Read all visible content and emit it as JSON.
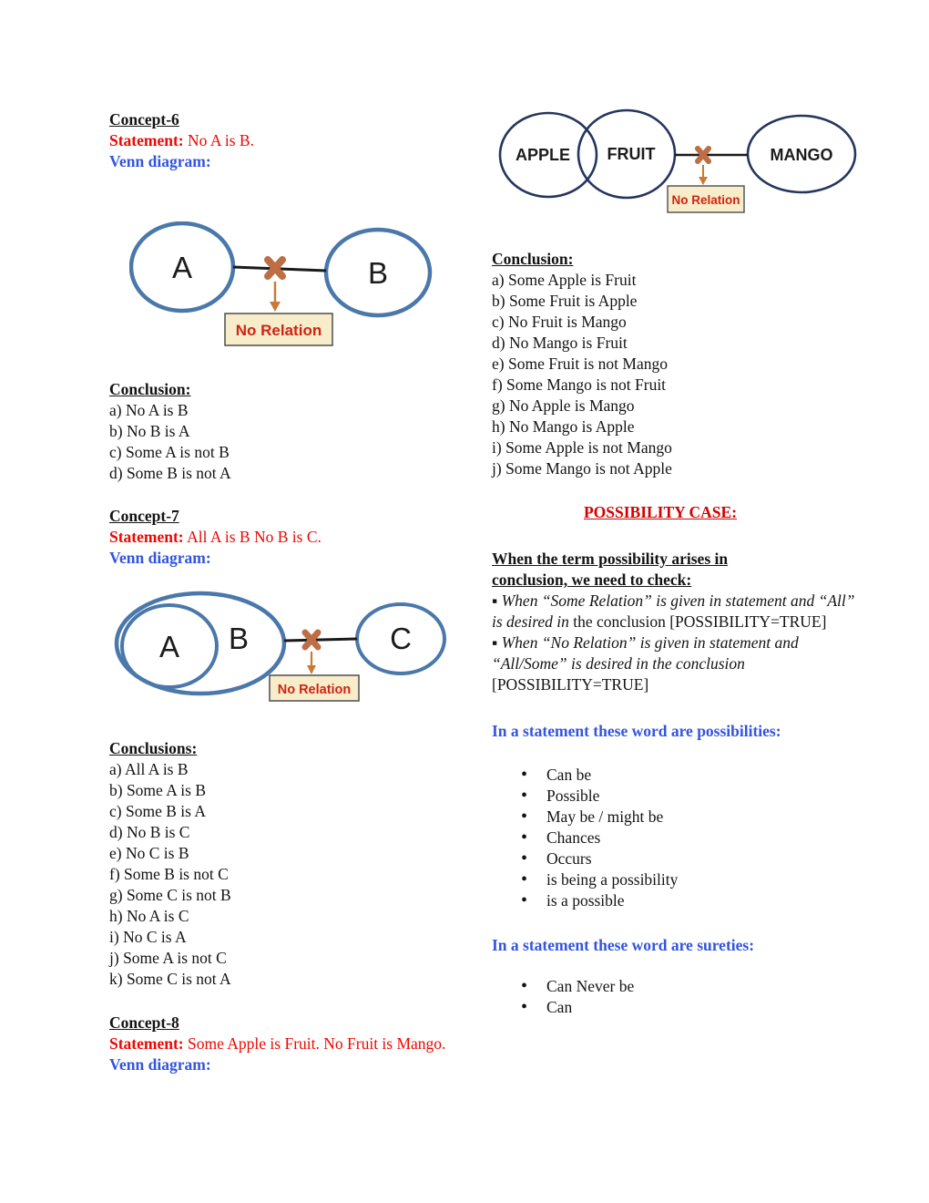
{
  "colors": {
    "statement_red": "#ee0700",
    "label_blue": "#3354e0",
    "possibility_red": "#d40000",
    "circle_blue_left": "#4a78aa",
    "circle_navy_right": "#24365e",
    "box_fill": "#f8edca",
    "no_relation_red": "#cf2413",
    "cross_orange": "#bd6e44",
    "arrow_orange": "#ca7a35"
  },
  "left": {
    "concept6": {
      "title": "Concept-6",
      "statement_label": "Statement:",
      "statement": "No A is B.",
      "venn_label": "Venn diagram:",
      "venn": {
        "a": "A",
        "b": "B",
        "tag": "No Relation"
      },
      "conclusion_title": "Conclusion:",
      "items": [
        "a) No A is B",
        "b) No B is A",
        "c) Some A is not B",
        "d) Some B is not A"
      ]
    },
    "concept7": {
      "title": "Concept-7",
      "statement_label": "Statement:",
      "statement": "All A is B No B is C.",
      "venn_label": "Venn diagram:",
      "venn": {
        "a": "A",
        "b": "B",
        "c": "C",
        "tag": "No Relation"
      },
      "conclusion_title": "Conclusions:",
      "items": [
        "a) All A is B",
        "b) Some A is B",
        "c) Some B is A",
        "d) No B is C",
        "e) No C is B",
        "f) Some B is not C",
        "g) Some C is not B",
        "h) No A is C",
        "i) No C is A",
        "j) Some A is not C",
        "k) Some C is not A"
      ]
    },
    "concept8": {
      "title": "Concept-8",
      "statement_label": "Statement:",
      "statement": "Some Apple is Fruit. No Fruit is Mango.",
      "venn_label": "Venn diagram:"
    }
  },
  "right": {
    "venn": {
      "a": "APPLE",
      "b": "FRUIT",
      "c": "MANGO",
      "tag": "No Relation"
    },
    "conclusion_title": "Conclusion:",
    "items": [
      "a) Some Apple is Fruit",
      "b) Some Fruit is Apple",
      "c) No Fruit is Mango",
      "d) No Mango is Fruit",
      "e) Some Fruit is not Mango",
      "f) Some Mango is not Fruit",
      "g) No Apple is Mango",
      "h) No Mango is Apple",
      "i) Some Apple is not Mango",
      "j) Some Mango is not Apple"
    ],
    "possibility_title": "POSSIBILITY CASE:",
    "check_heading": "When the term possibility arises in conclusion, we need to check:",
    "rules": [
      {
        "segments": [
          {
            "t": "▪ ",
            "i": false
          },
          {
            "t": "When “Some Relation” is given in statement and “All” is desired in",
            "i": true
          },
          {
            "t": " the conclusion [POSSIBILITY=TRUE]",
            "i": false
          }
        ]
      },
      {
        "segments": [
          {
            "t": "▪ ",
            "i": false
          },
          {
            "t": "When “No Relation” is given in statement and “All/Some” is desired in the conclusion",
            "i": true
          },
          {
            "t": " [POSSIBILITY=TRUE]",
            "i": false
          }
        ]
      }
    ],
    "possibilities_heading": "In a statement these word are possibilities:",
    "possibilities": [
      "Can be",
      "Possible",
      "May be / might be",
      "Chances",
      "Occurs",
      "is being a possibility",
      "is a possible"
    ],
    "sureties_heading": "In a statement these word are sureties:",
    "sureties": [
      "Can Never be",
      "Can"
    ]
  }
}
